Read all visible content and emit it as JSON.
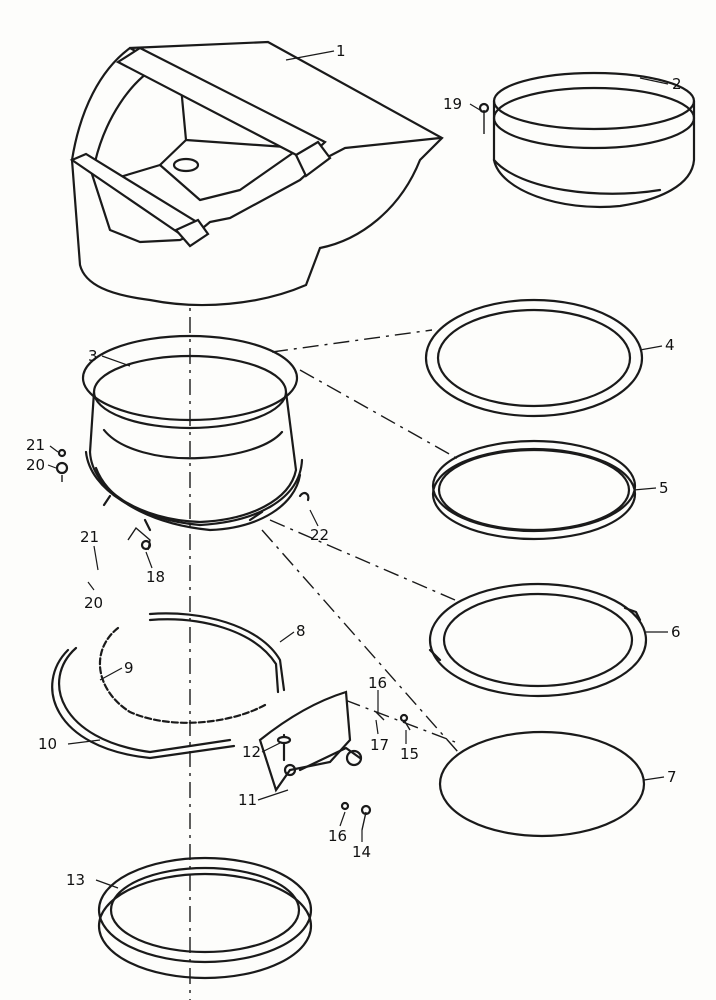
{
  "callouts": [
    {
      "id": "p1",
      "text": "1"
    },
    {
      "id": "p2",
      "text": "2"
    },
    {
      "id": "p3",
      "text": "3"
    },
    {
      "id": "p4",
      "text": "4"
    },
    {
      "id": "p5",
      "text": "5"
    },
    {
      "id": "p6",
      "text": "6"
    },
    {
      "id": "p7",
      "text": "7"
    },
    {
      "id": "p8",
      "text": "8"
    },
    {
      "id": "p9",
      "text": "9"
    },
    {
      "id": "p10",
      "text": "10"
    },
    {
      "id": "p11",
      "text": "11"
    },
    {
      "id": "p12",
      "text": "12"
    },
    {
      "id": "p13",
      "text": "13"
    },
    {
      "id": "p14",
      "text": "14"
    },
    {
      "id": "p15",
      "text": "15"
    },
    {
      "id": "p16a",
      "text": "16"
    },
    {
      "id": "p16b",
      "text": "16"
    },
    {
      "id": "p17",
      "text": "17"
    },
    {
      "id": "p18",
      "text": "18"
    },
    {
      "id": "p19",
      "text": "19"
    },
    {
      "id": "p20a",
      "text": "20"
    },
    {
      "id": "p20b",
      "text": "20"
    },
    {
      "id": "p21a",
      "text": "21"
    },
    {
      "id": "p21b",
      "text": "21"
    },
    {
      "id": "p22",
      "text": "22"
    }
  ]
}
